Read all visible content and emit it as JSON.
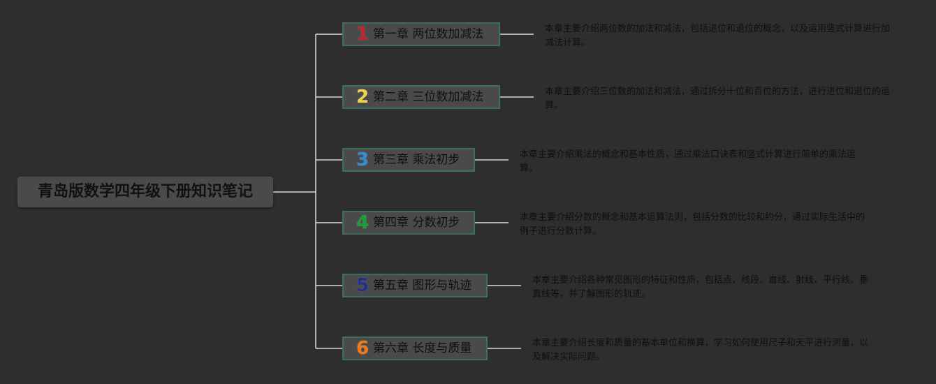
{
  "root": {
    "title": "青岛版数学四年级下册知识笔记"
  },
  "chapters": [
    {
      "number": "1",
      "label": "第一章 两位数加减法",
      "number_color": "#c0232b",
      "description": "本章主要介绍两位数的加法和减法，包括进位和退位的概念，以及运用竖式计算进行加减法计算。"
    },
    {
      "number": "2",
      "label": "第二章 三位数加减法",
      "number_color": "#f2d34c",
      "description": "本章主要介绍三位数的加法和减法，通过拆分十位和百位的方法，进行进位和退位的运算。"
    },
    {
      "number": "3",
      "label": "第三章 乘法初步",
      "number_color": "#2e8fd6",
      "description": "本章主要介绍乘法的概念和基本性质，通过乘法口诀表和竖式计算进行简单的乘法运算。"
    },
    {
      "number": "4",
      "label": "第四章 分数初步",
      "number_color": "#1e9e3a",
      "description": "本章主要介绍分数的概念和基本运算法则，包括分数的比较和约分，通过实际生活中的例子进行分数计算。"
    },
    {
      "number": "5",
      "label": "第五章 图形与轨迹",
      "number_color": "#1f2f8a",
      "description": "本章主要介绍各种常见图形的特征和性质，包括点、线段、直线、射线、平行线、垂直线等，并了解图形的轨迹。"
    },
    {
      "number": "6",
      "label": "第六章 长度与质量",
      "number_color": "#f07a1a",
      "description": "本章主要介绍长度和质量的基本单位和换算，学习如何使用尺子和天平进行测量，以及解决实际问题。"
    }
  ],
  "colors": {
    "background": "#2e2e2e",
    "node_fill": "#4a4a4a",
    "node_border": "#3c6e64",
    "connector": "#d8d8d8",
    "text": "#0f0f0f"
  }
}
